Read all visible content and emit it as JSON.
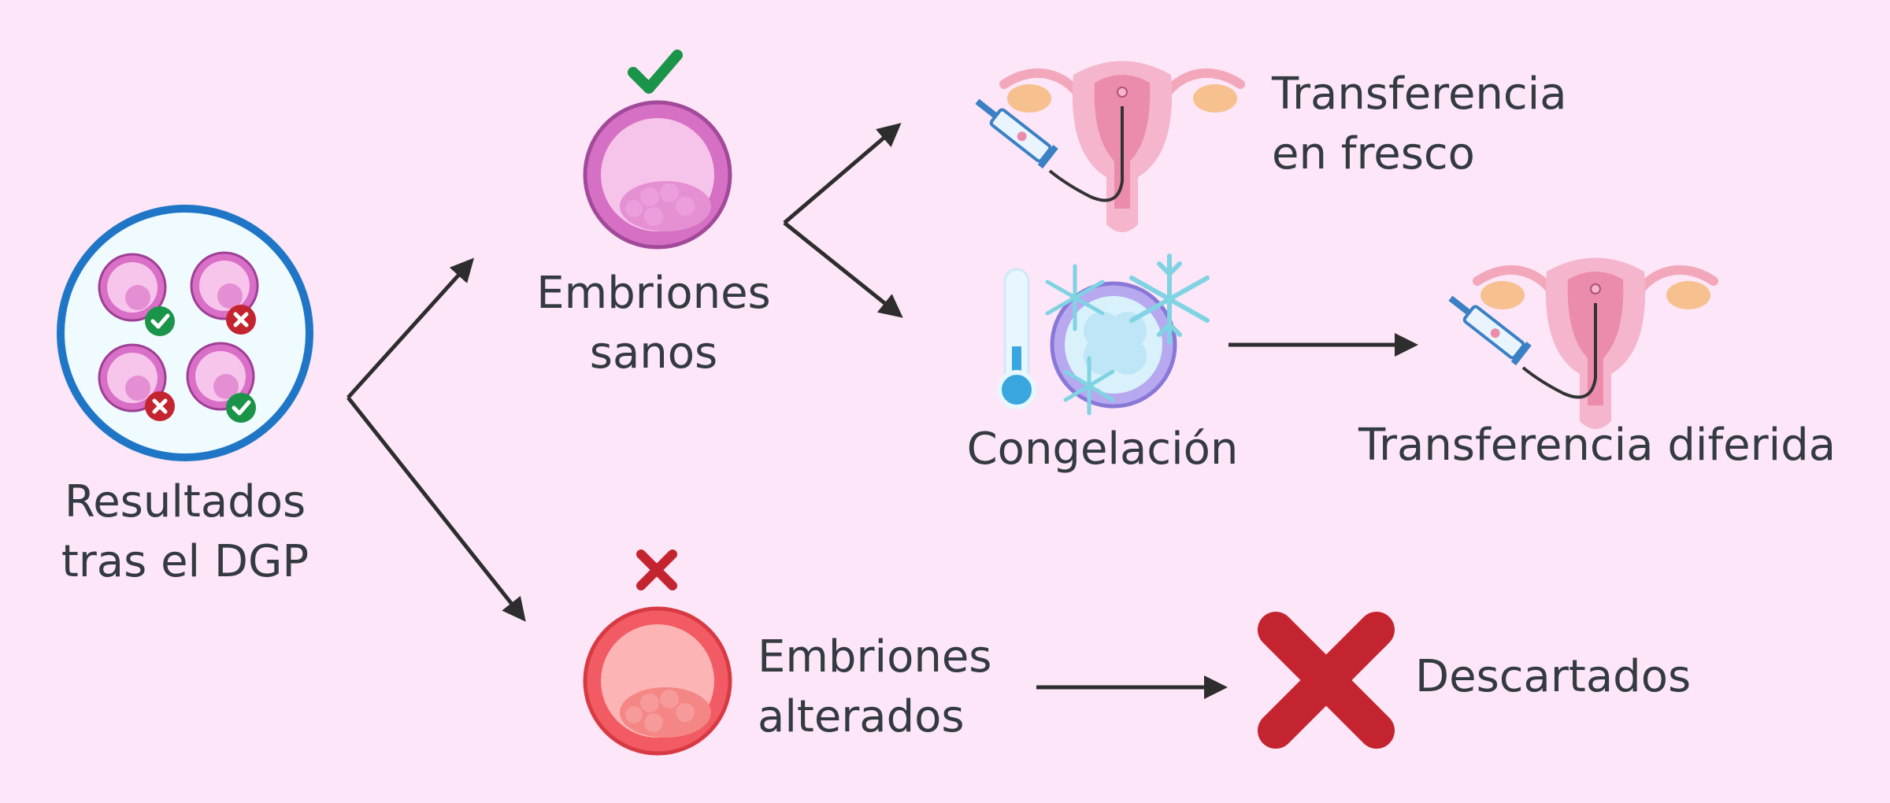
{
  "nodes": {
    "results": {
      "line1": "Resultados",
      "line2": "tras el DGP"
    },
    "healthy": {
      "line1": "Embriones",
      "line2": "sanos"
    },
    "altered": {
      "line1": "Embriones",
      "line2": "alterados"
    },
    "fresh_transfer": {
      "line1": "Transferencia",
      "line2": "en fresco"
    },
    "freezing": {
      "label": "Congelación"
    },
    "deferred_transfer": {
      "label": "Transferencia diferida"
    },
    "discarded": {
      "label": "Descartados"
    }
  },
  "icons": {
    "results": "embryo-dish-icon",
    "healthy": "healthy-embryo-icon",
    "altered": "altered-embryo-icon",
    "fresh_transfer": "uterus-syringe-icon",
    "freezing": "thermometer-snowflake-icon",
    "deferred_transfer": "uterus-syringe-icon",
    "discarded": "red-x-icon"
  },
  "colors": {
    "background": "#fde6f7",
    "healthy": "#c25fb3",
    "altered": "#f25b63",
    "check": "#1a9448",
    "cross": "#c4242f",
    "dish_ring": "#1f76c6",
    "arrow": "#2d2d2d"
  }
}
